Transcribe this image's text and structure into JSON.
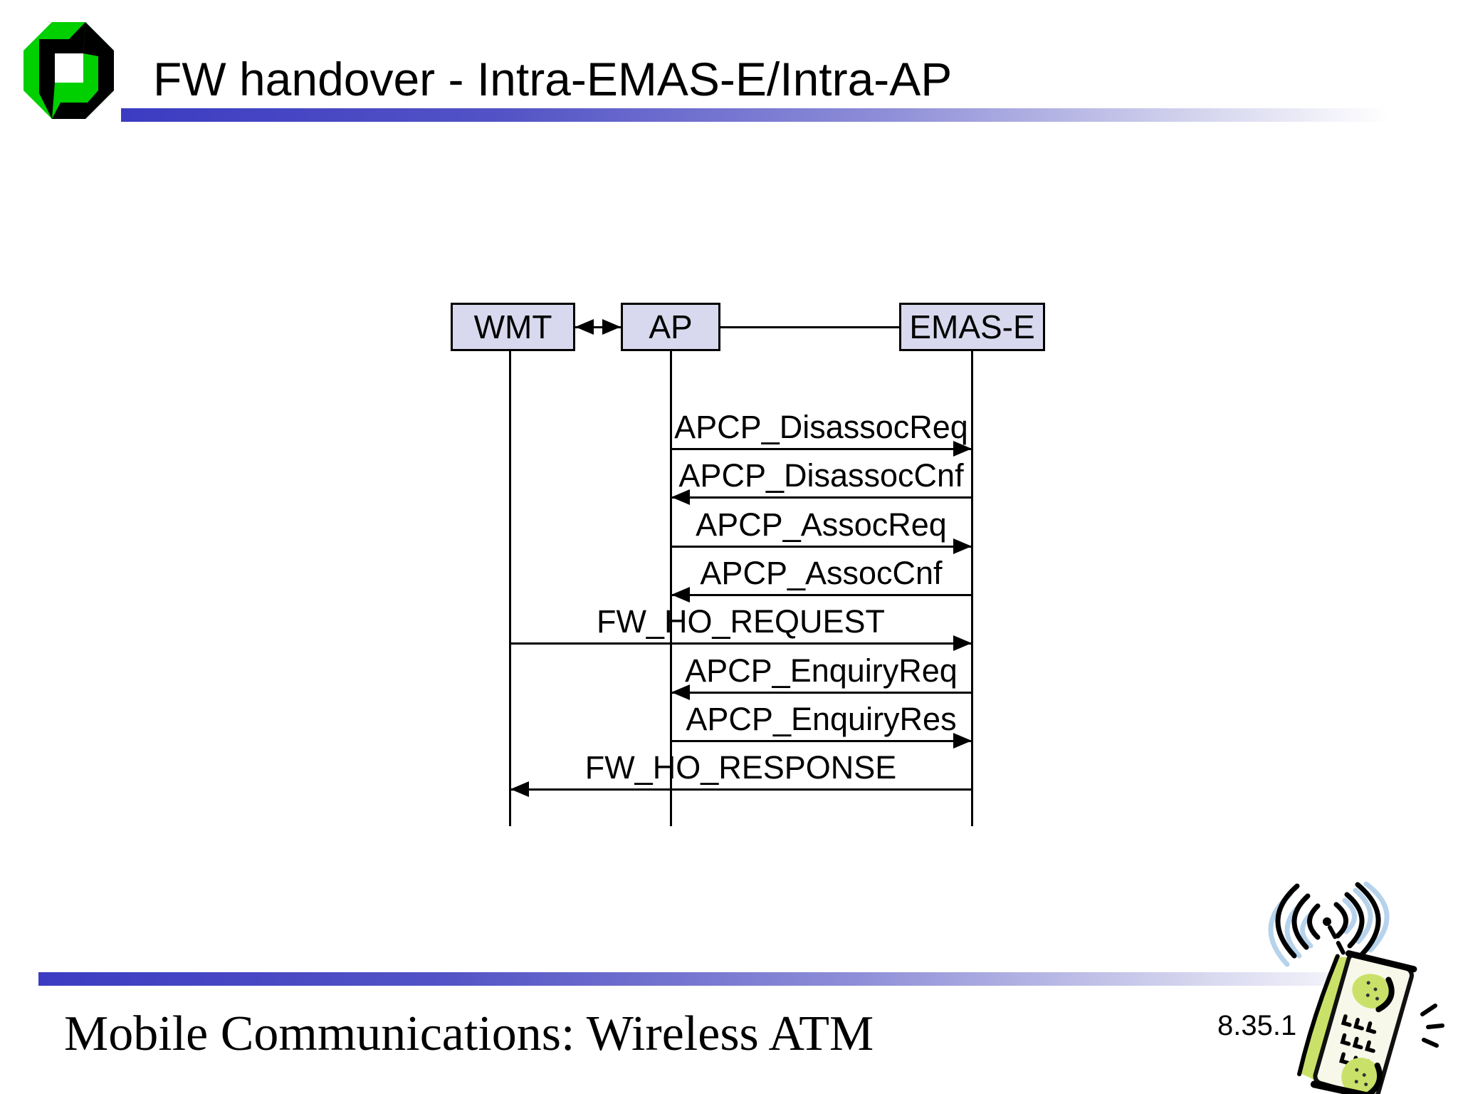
{
  "slide": {
    "title": "FW handover - Intra-EMAS-E/Intra-AP",
    "footer_title": "Mobile Communications: Wireless ATM",
    "page_number": "8.35.1"
  },
  "logo": {
    "description": "university-karlsruhe-octagon-logo",
    "green": "#00cf00",
    "black": "#000000"
  },
  "colors": {
    "rule_gradient_left": "#3c3cc2",
    "rule_gradient_right": "#ffffff",
    "entity_box_fill": "#d8d8ee",
    "diagram_line": "#000000",
    "phone_body": "#f7f7ea",
    "phone_green": "#c9e168",
    "wave_blue": "#b7d3ec"
  },
  "diagram": {
    "entities": [
      {
        "id": "WMT",
        "label": "WMT"
      },
      {
        "id": "AP",
        "label": "AP"
      },
      {
        "id": "EMAS-E",
        "label": "EMAS-E"
      }
    ],
    "top_links": [
      {
        "type": "double-arrow",
        "from": "WMT",
        "to": "AP"
      },
      {
        "type": "line",
        "from": "AP",
        "to": "EMAS-E"
      }
    ],
    "messages": [
      {
        "label": "APCP_DisassocReq",
        "from": "AP",
        "to": "EMAS-E"
      },
      {
        "label": "APCP_DisassocCnf",
        "from": "EMAS-E",
        "to": "AP"
      },
      {
        "label": "APCP_AssocReq",
        "from": "AP",
        "to": "EMAS-E"
      },
      {
        "label": "APCP_AssocCnf",
        "from": "EMAS-E",
        "to": "AP"
      },
      {
        "label": "FW_HO_REQUEST",
        "from": "WMT",
        "to": "EMAS-E"
      },
      {
        "label": "APCP_EnquiryReq",
        "from": "EMAS-E",
        "to": "AP"
      },
      {
        "label": "APCP_EnquiryRes",
        "from": "AP",
        "to": "EMAS-E"
      },
      {
        "label": "FW_HO_RESPONSE",
        "from": "EMAS-E",
        "to": "WMT"
      }
    ]
  }
}
